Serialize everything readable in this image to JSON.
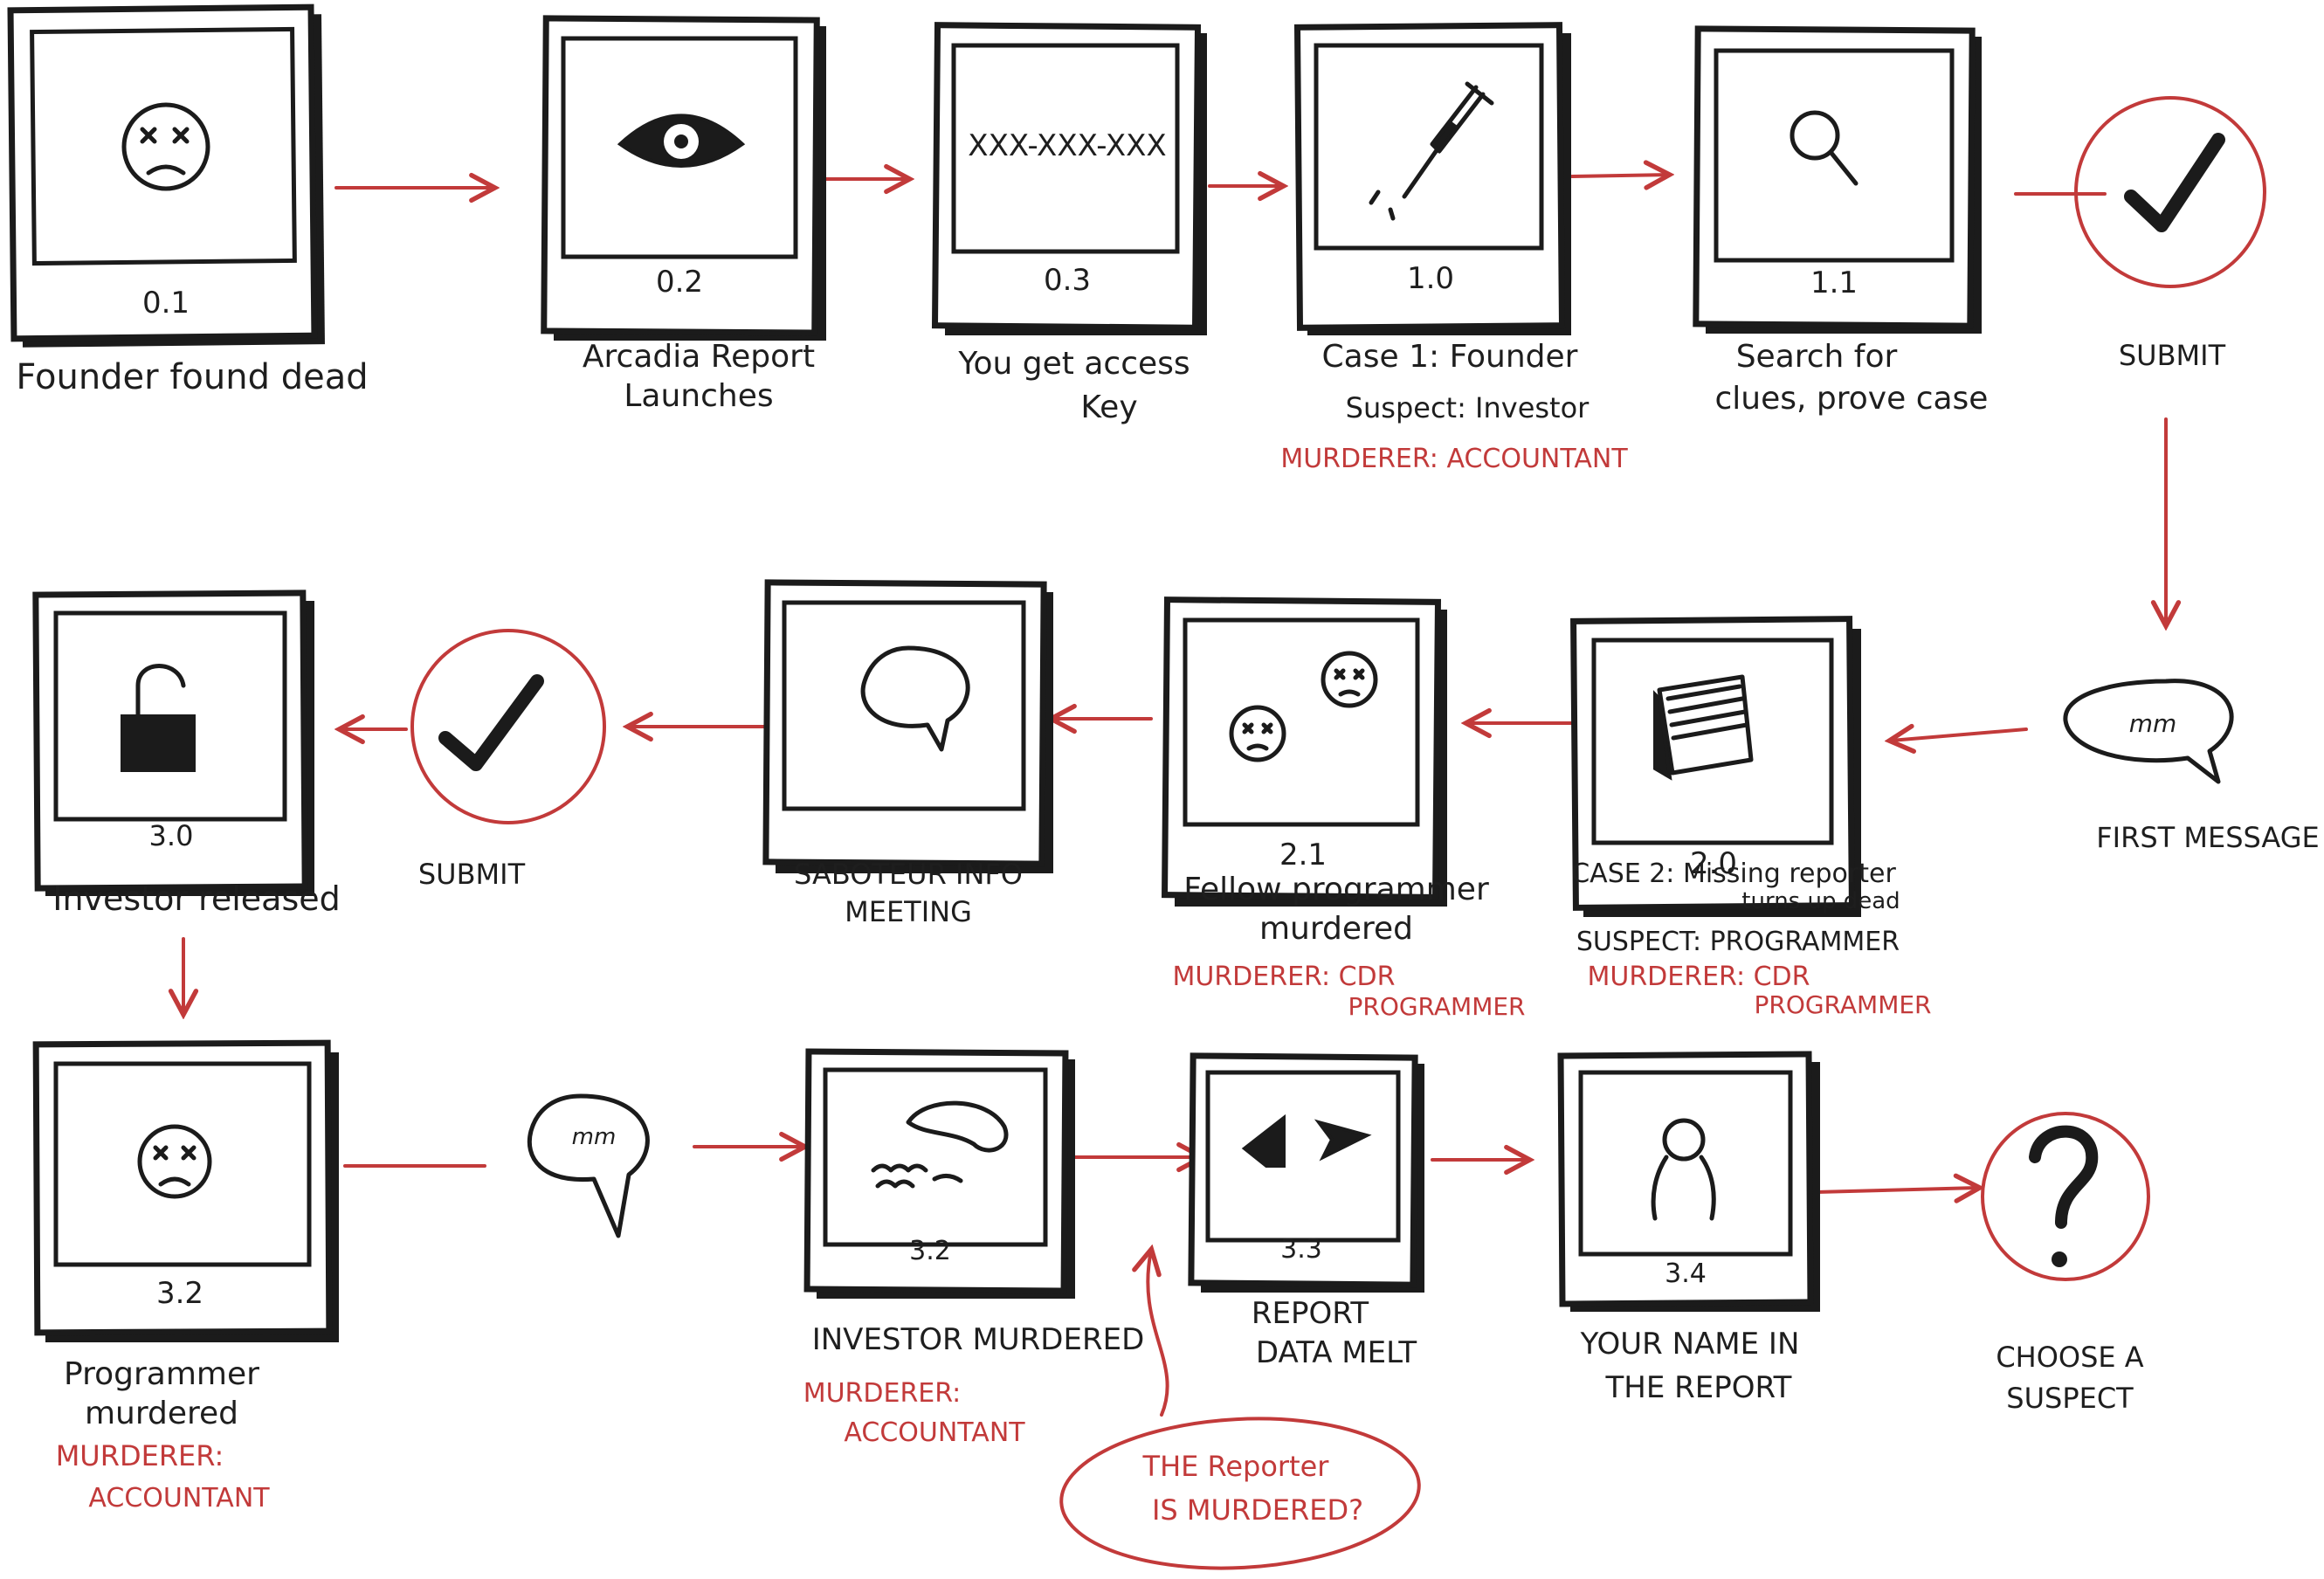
{
  "panels": [
    {
      "id": "p01",
      "num": "0.1",
      "icon": "dead-face",
      "caption": [
        "Founder found dead"
      ]
    },
    {
      "id": "p02",
      "num": "0.2",
      "icon": "eye",
      "caption": [
        "Arcadia Report",
        "Launches"
      ]
    },
    {
      "id": "p03",
      "num": "0.3",
      "icon": "access-key",
      "screen_text": "XXX-XXX-XXX",
      "caption": [
        "You get access",
        "Key"
      ]
    },
    {
      "id": "p10",
      "num": "1.0",
      "icon": "syringe",
      "caption": [
        "Case 1: Founder",
        "Suspect: Investor"
      ],
      "red": [
        "MURDERER: ACCOUNTANT"
      ]
    },
    {
      "id": "p11",
      "num": "1.1",
      "icon": "magnifier",
      "caption": [
        "Search for",
        "clues, prove case"
      ]
    },
    {
      "id": "p20",
      "num": "2.0",
      "icon": "papers",
      "caption": [
        "CASE 2: Missing reporter",
        "turns up dead",
        "SUSPECT: PROGRAMMER"
      ],
      "red": [
        "MURDERER: CDR",
        "PROGRAMMER"
      ]
    },
    {
      "id": "p21",
      "num": "2.1",
      "icon": "two-dead-faces",
      "caption": [
        "Fellow programmer",
        "murdered"
      ],
      "red": [
        "MURDERER: CDR",
        "PROGRAMMER"
      ]
    },
    {
      "id": "p22",
      "num": "",
      "icon": "speech-bubble",
      "caption": [
        "SABOTEUR INFO",
        "MEETING"
      ]
    },
    {
      "id": "p30",
      "num": "3.0",
      "icon": "unlocked-padlock",
      "caption": [
        "Investor released"
      ]
    },
    {
      "id": "p32a",
      "num": "3.2",
      "icon": "dead-face",
      "caption": [
        "Programmer",
        "murdered"
      ],
      "red": [
        "MURDERER:",
        "ACCOUNTANT"
      ]
    },
    {
      "id": "p32b",
      "num": "3.2",
      "icon": "scene-sketch",
      "caption": [
        "INVESTOR MURDERED"
      ],
      "red": [
        "MURDERER:",
        "ACCOUNTANT"
      ]
    },
    {
      "id": "p33",
      "num": "3.3",
      "icon": "melt-arrows",
      "caption": [
        "REPORT",
        "DATA MELT"
      ]
    },
    {
      "id": "p34",
      "num": "3.4",
      "icon": "person",
      "caption": [
        "YOUR NAME IN",
        "THE REPORT"
      ]
    }
  ],
  "nodes": {
    "submit1": {
      "label": "SUBMIT",
      "icon": "checkmark"
    },
    "submit2": {
      "label": "SUBMIT",
      "icon": "checkmark"
    },
    "first_message": {
      "label": "FIRST MESSAGE",
      "bubble_text": "mm"
    },
    "mid_bubble": {
      "bubble_text": "mm"
    },
    "choose": {
      "label": [
        "CHOOSE A",
        "SUSPECT"
      ],
      "icon": "question-mark"
    },
    "note": {
      "label": [
        "THE Reporter",
        "IS MURDERED?"
      ]
    }
  },
  "colors": {
    "ink": "#1b1b1b",
    "accent": "#c23a3a",
    "paper": "#ffffff"
  }
}
